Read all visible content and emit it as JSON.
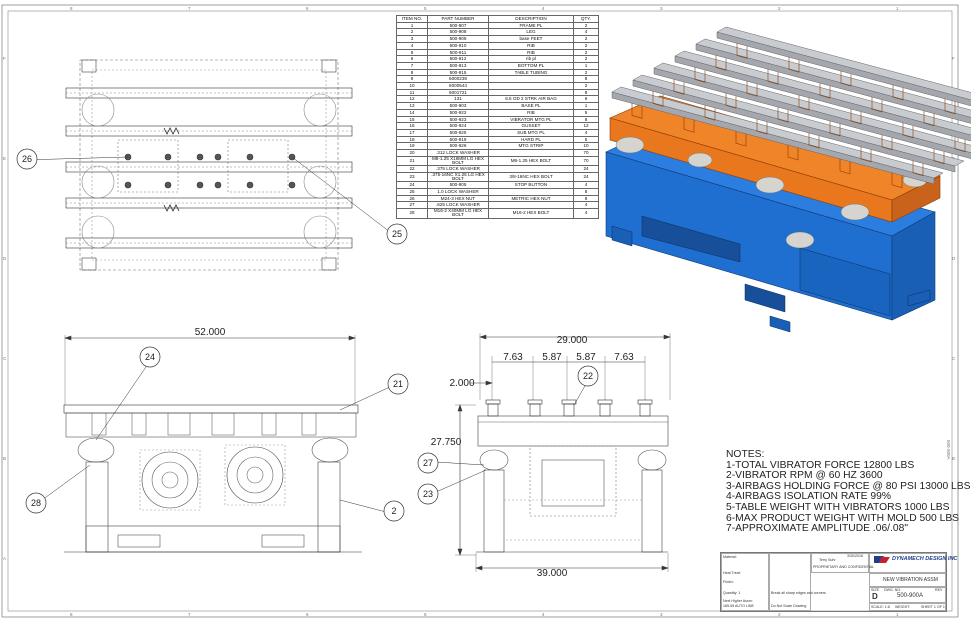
{
  "bom": {
    "headers": [
      "ITEM NO.",
      "PART NUMBER",
      "DESCRIPTION",
      "QTY."
    ],
    "rows": [
      [
        "1",
        "500-907",
        "FRAME PL",
        "2"
      ],
      [
        "2",
        "500-908",
        "LEG",
        "4"
      ],
      [
        "3",
        "500-909",
        "base FEET",
        "2"
      ],
      [
        "4",
        "500-910",
        "RIB",
        "2"
      ],
      [
        "5",
        "500-911",
        "RIB",
        "2"
      ],
      [
        "6",
        "500-912",
        "rib pl",
        "2"
      ],
      [
        "7",
        "500-913",
        "BOTTOM PL",
        "1"
      ],
      [
        "8",
        "500-915",
        "TABLE TUBING",
        "2"
      ],
      [
        "9",
        "6000239",
        "",
        "8"
      ],
      [
        "10",
        "6000544",
        "",
        "2"
      ],
      [
        "11",
        "6001721",
        "",
        "8"
      ],
      [
        "12",
        "131",
        "6.5 OD 2 STRK AIR BAG",
        "6"
      ],
      [
        "13",
        "500-903",
        "BASE PL",
        "1"
      ],
      [
        "14",
        "500-922",
        "RIB",
        "5"
      ],
      [
        "15",
        "500-923",
        "VIBRATOR MTG PL",
        "8"
      ],
      [
        "16",
        "500-924",
        "GUSSET",
        "12"
      ],
      [
        "17",
        "500-925",
        "SUB MTG PL",
        "4"
      ],
      [
        "18",
        "500-919",
        "HARD PL",
        "5"
      ],
      [
        "19",
        "500-926",
        "MTG STRIP",
        "10"
      ],
      [
        "20",
        ".312 LOCK WASHER",
        "",
        "70"
      ],
      [
        "21",
        "M8-1.25 X16MM LG HEX BOLT",
        "M8-1.25 HEX BOLT",
        "70"
      ],
      [
        "22",
        ".375 LOCK WASHER",
        "",
        "24"
      ],
      [
        "23",
        ".375-16NC X1.25 LG HEX BOLT",
        "3/8-16NC HEX BOLT",
        "24"
      ],
      [
        "24",
        "500-905",
        "STOP BUTTON",
        "4"
      ],
      [
        "25",
        "1.0 LOCK WASHER",
        "",
        "8"
      ],
      [
        "26",
        "M24-3 HEX NUT",
        "METRIC HEX NUT",
        "8"
      ],
      [
        "27",
        ".625 LOCK WASHER",
        "",
        "4"
      ],
      [
        "28",
        "M16-2 X40MM LG HEX BOLT",
        "M16-2 HEX BOLT",
        "4"
      ]
    ]
  },
  "dimensions": {
    "front_width": "52.000",
    "side_overall": "29.000",
    "spacing_a": "7.63",
    "spacing_b": "5.87",
    "spacing_c": "5.87",
    "spacing_d": "7.63",
    "offset": "2.000",
    "height": "27.750",
    "base_width": "39.000"
  },
  "balloons": {
    "b26": "26",
    "b25": "25",
    "b24": "24",
    "b21": "21",
    "b28": "28",
    "b2": "2",
    "b22": "22",
    "b27": "27",
    "b23": "23"
  },
  "notes": {
    "heading": "NOTES:",
    "lines": [
      "1-TOTAL VIBRATOR FORCE 12800 LBS",
      "2-VIBRATOR RPM @ 60 HZ 3600",
      "3-AIRBAGS HOLDING FORCE @ 80 PSI 13000 LBS",
      "4-AIRBAGS ISOLATION RATE 99%",
      "5-TABLE WEIGHT WITH VIBRATORS 1000 LBS",
      "6-MAX PRODUCT WEIGHT WITH MOLD 500 LBS",
      "7-APPROXIMATE AMPLITUDE .06/.08\""
    ]
  },
  "title_block": {
    "company": "DYNAMECH DESIGN INC",
    "title": "NEW VIBRATION ASSM",
    "size_label": "SIZE",
    "size": "D",
    "dwg_no_label": "DWG. NO.",
    "dwg_no": "500-900A",
    "rev_label": "REV",
    "scale": "SCALE: 1:8",
    "weight": "WEIGHT:",
    "sheet": "SHEET 1 OF 1",
    "material": "Material:",
    "heat_treat": "Heat Treat:",
    "finish": "Finish:",
    "quantity": "Quantity: 1",
    "next_higher": "Next Higher Assm:",
    "next_higher_val": "185-55 AUTO LINE",
    "break_edges": "Break all sharp edges and corners",
    "do_not_scale": "Do Not Scale Drawing",
    "drawn_by": "Terry Suhr",
    "date": "3/30/2016",
    "proprietary": "PROPRIETARY AND CONFIDENTIAL"
  },
  "grid": {
    "columns": [
      "8",
      "7",
      "6",
      "5",
      "4",
      "3",
      "2",
      "1"
    ],
    "rows": [
      "F",
      "E",
      "D",
      "C",
      "B",
      "A"
    ]
  },
  "side_tag": "500-900A",
  "colors": {
    "frame_blue": "#1f6fd1",
    "table_orange": "#e8771e",
    "rail_grey": "#c8cbd0",
    "line": "#333333"
  }
}
